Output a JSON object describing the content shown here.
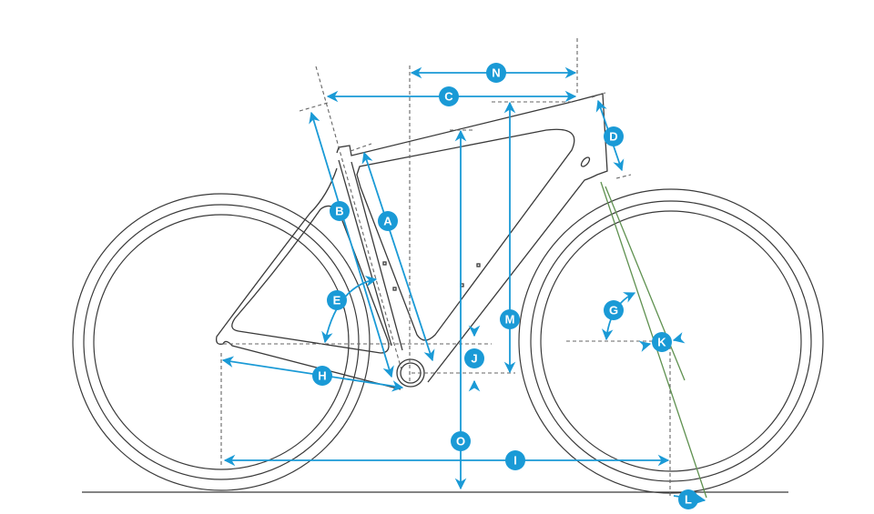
{
  "colors": {
    "dimension": "#1a9ad6",
    "frame": "#3a3a3a",
    "fork_axis": "#5f9150"
  },
  "labels": {
    "A": "A",
    "B": "B",
    "C": "C",
    "D": "D",
    "E": "E",
    "G": "G",
    "H": "H",
    "I": "I",
    "J": "J",
    "K": "K",
    "L": "L",
    "M": "M",
    "N": "N",
    "O": "O"
  }
}
